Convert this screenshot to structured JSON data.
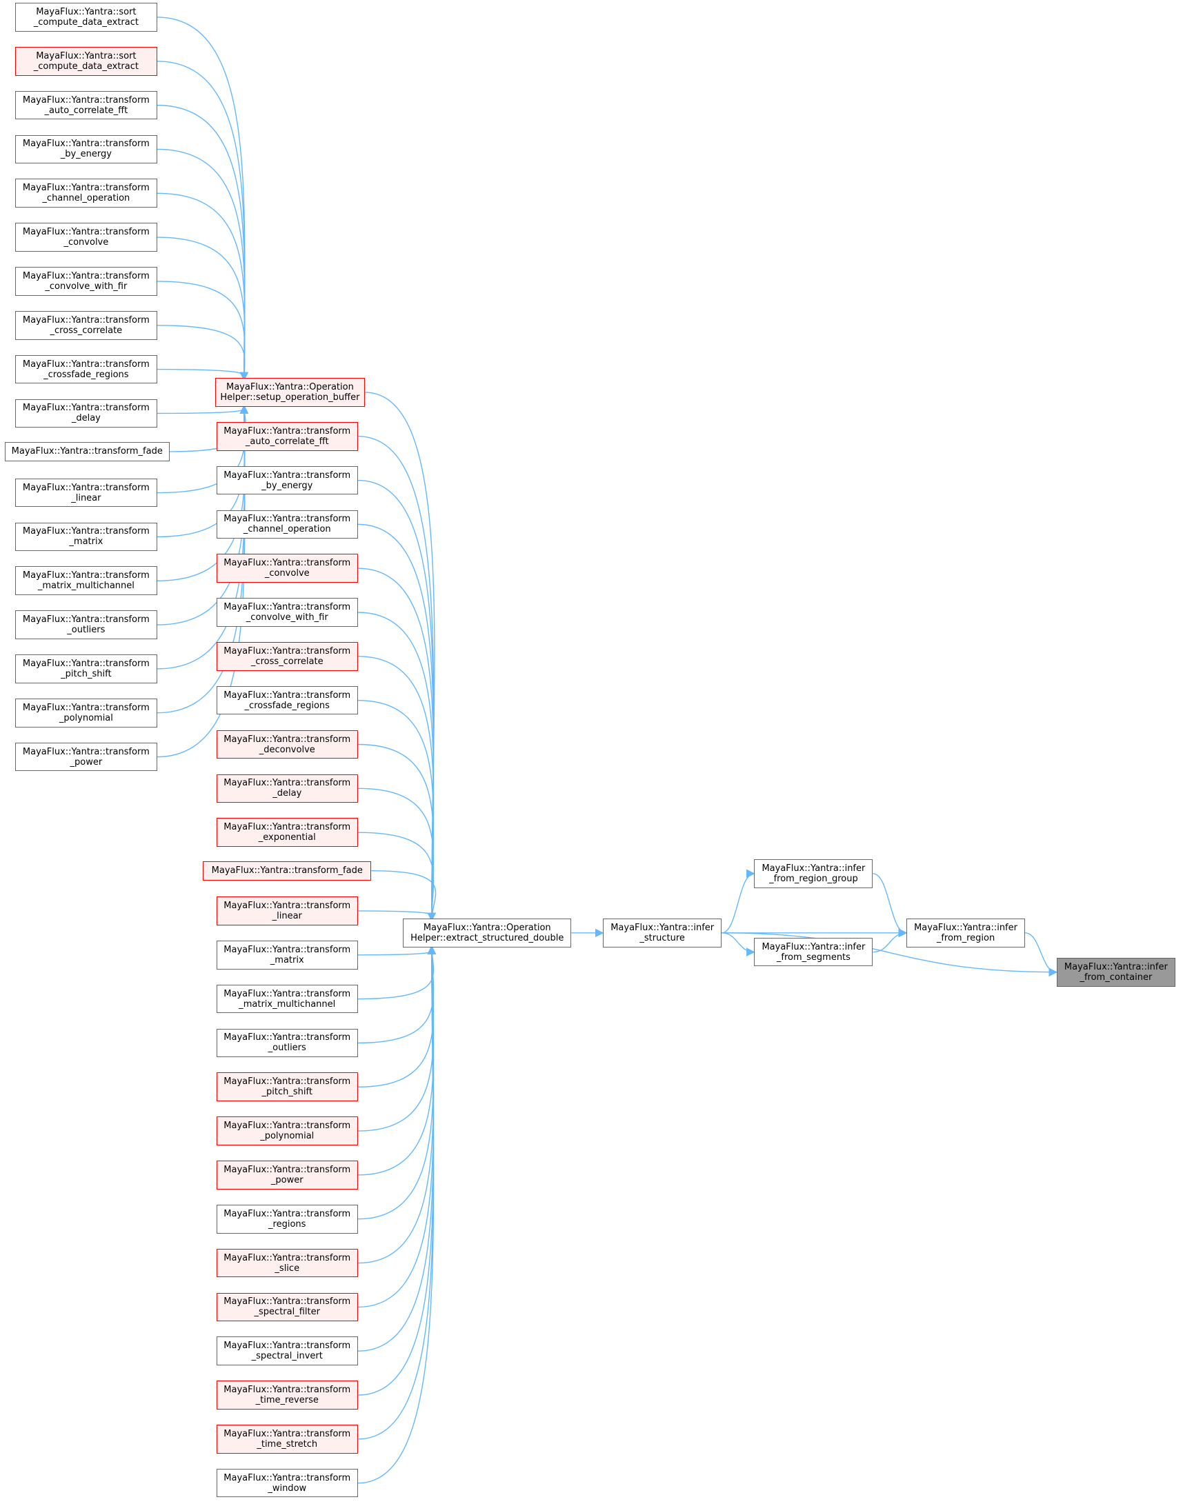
{
  "diagram": {
    "edge_color": "#63b8ff",
    "node_styles": {
      "plain": {
        "border": "#666666",
        "fill": "#ffffff"
      },
      "red": {
        "border": "#ff0000",
        "fill": "#fff0f0"
      },
      "focus": {
        "border": "#666666",
        "fill": "#999999"
      }
    },
    "nodes": [
      {
        "id": "infer_from_container",
        "lines": [
          "MayaFlux::Yantra::infer",
          "_from_container"
        ],
        "style": "grey"
      },
      {
        "id": "infer_from_region",
        "lines": [
          "MayaFlux::Yantra::infer",
          "_from_region"
        ],
        "style": "plain"
      },
      {
        "id": "infer_from_region_group",
        "lines": [
          "MayaFlux::Yantra::infer",
          "_from_region_group"
        ],
        "style": "plain"
      },
      {
        "id": "infer_from_segments",
        "lines": [
          "MayaFlux::Yantra::infer",
          "_from_segments"
        ],
        "style": "plain"
      },
      {
        "id": "infer_structure",
        "lines": [
          "MayaFlux::Yantra::infer",
          "_structure"
        ],
        "style": "plain"
      },
      {
        "id": "extract_structured_double",
        "lines": [
          "MayaFlux::Yantra::Operation",
          "Helper::extract_structured_double"
        ],
        "style": "plain"
      },
      {
        "id": "setup_operation_buffer",
        "lines": [
          "MayaFlux::Yantra::Operation",
          "Helper::setup_operation_buffer"
        ],
        "style": "red"
      },
      {
        "id": "m_auto_correlate_fft",
        "lines": [
          "MayaFlux::Yantra::transform",
          "_auto_correlate_fft"
        ],
        "style": "red"
      },
      {
        "id": "m_by_energy",
        "lines": [
          "MayaFlux::Yantra::transform",
          "_by_energy"
        ],
        "style": "plain"
      },
      {
        "id": "m_channel_operation",
        "lines": [
          "MayaFlux::Yantra::transform",
          "_channel_operation"
        ],
        "style": "plain"
      },
      {
        "id": "m_convolve",
        "lines": [
          "MayaFlux::Yantra::transform",
          "_convolve"
        ],
        "style": "red"
      },
      {
        "id": "m_convolve_with_fir",
        "lines": [
          "MayaFlux::Yantra::transform",
          "_convolve_with_fir"
        ],
        "style": "plain"
      },
      {
        "id": "m_cross_correlate",
        "lines": [
          "MayaFlux::Yantra::transform",
          "_cross_correlate"
        ],
        "style": "red"
      },
      {
        "id": "m_crossfade_regions",
        "lines": [
          "MayaFlux::Yantra::transform",
          "_crossfade_regions"
        ],
        "style": "plain"
      },
      {
        "id": "m_deconvolve",
        "lines": [
          "MayaFlux::Yantra::transform",
          "_deconvolve"
        ],
        "style": "red"
      },
      {
        "id": "m_delay",
        "lines": [
          "MayaFlux::Yantra::transform",
          "_delay"
        ],
        "style": "red"
      },
      {
        "id": "m_exponential",
        "lines": [
          "MayaFlux::Yantra::transform",
          "_exponential"
        ],
        "style": "red"
      },
      {
        "id": "m_fade",
        "lines": [
          "MayaFlux::Yantra::transform_fade"
        ],
        "style": "red"
      },
      {
        "id": "m_linear",
        "lines": [
          "MayaFlux::Yantra::transform",
          "_linear"
        ],
        "style": "red"
      },
      {
        "id": "m_matrix",
        "lines": [
          "MayaFlux::Yantra::transform",
          "_matrix"
        ],
        "style": "plain"
      },
      {
        "id": "m_matrix_multichannel",
        "lines": [
          "MayaFlux::Yantra::transform",
          "_matrix_multichannel"
        ],
        "style": "plain"
      },
      {
        "id": "m_outliers",
        "lines": [
          "MayaFlux::Yantra::transform",
          "_outliers"
        ],
        "style": "plain"
      },
      {
        "id": "m_pitch_shift",
        "lines": [
          "MayaFlux::Yantra::transform",
          "_pitch_shift"
        ],
        "style": "red"
      },
      {
        "id": "m_polynomial",
        "lines": [
          "MayaFlux::Yantra::transform",
          "_polynomial"
        ],
        "style": "red"
      },
      {
        "id": "m_power",
        "lines": [
          "MayaFlux::Yantra::transform",
          "_power"
        ],
        "style": "red"
      },
      {
        "id": "m_regions",
        "lines": [
          "MayaFlux::Yantra::transform",
          "_regions"
        ],
        "style": "plain"
      },
      {
        "id": "m_slice",
        "lines": [
          "MayaFlux::Yantra::transform",
          "_slice"
        ],
        "style": "red"
      },
      {
        "id": "m_spectral_filter",
        "lines": [
          "MayaFlux::Yantra::transform",
          "_spectral_filter"
        ],
        "style": "red"
      },
      {
        "id": "m_spectral_invert",
        "lines": [
          "MayaFlux::Yantra::transform",
          "_spectral_invert"
        ],
        "style": "plain"
      },
      {
        "id": "m_time_reverse",
        "lines": [
          "MayaFlux::Yantra::transform",
          "_time_reverse"
        ],
        "style": "red"
      },
      {
        "id": "m_time_stretch",
        "lines": [
          "MayaFlux::Yantra::transform",
          "_time_stretch"
        ],
        "style": "red"
      },
      {
        "id": "m_window",
        "lines": [
          "MayaFlux::Yantra::transform",
          "_window"
        ],
        "style": "plain"
      },
      {
        "id": "l_sort_1",
        "lines": [
          "MayaFlux::Yantra::sort",
          "_compute_data_extract"
        ],
        "style": "plain"
      },
      {
        "id": "l_sort_2",
        "lines": [
          "MayaFlux::Yantra::sort",
          "_compute_data_extract"
        ],
        "style": "red"
      },
      {
        "id": "l_auto_correlate_fft",
        "lines": [
          "MayaFlux::Yantra::transform",
          "_auto_correlate_fft"
        ],
        "style": "plain"
      },
      {
        "id": "l_by_energy",
        "lines": [
          "MayaFlux::Yantra::transform",
          "_by_energy"
        ],
        "style": "plain"
      },
      {
        "id": "l_channel_operation",
        "lines": [
          "MayaFlux::Yantra::transform",
          "_channel_operation"
        ],
        "style": "plain"
      },
      {
        "id": "l_convolve",
        "lines": [
          "MayaFlux::Yantra::transform",
          "_convolve"
        ],
        "style": "plain"
      },
      {
        "id": "l_convolve_with_fir",
        "lines": [
          "MayaFlux::Yantra::transform",
          "_convolve_with_fir"
        ],
        "style": "plain"
      },
      {
        "id": "l_cross_correlate",
        "lines": [
          "MayaFlux::Yantra::transform",
          "_cross_correlate"
        ],
        "style": "plain"
      },
      {
        "id": "l_crossfade_regions",
        "lines": [
          "MayaFlux::Yantra::transform",
          "_crossfade_regions"
        ],
        "style": "plain"
      },
      {
        "id": "l_delay",
        "lines": [
          "MayaFlux::Yantra::transform",
          "_delay"
        ],
        "style": "plain"
      },
      {
        "id": "l_fade",
        "lines": [
          "MayaFlux::Yantra::transform_fade"
        ],
        "style": "plain"
      },
      {
        "id": "l_linear",
        "lines": [
          "MayaFlux::Yantra::transform",
          "_linear"
        ],
        "style": "plain"
      },
      {
        "id": "l_matrix",
        "lines": [
          "MayaFlux::Yantra::transform",
          "_matrix"
        ],
        "style": "plain"
      },
      {
        "id": "l_matrix_multichannel",
        "lines": [
          "MayaFlux::Yantra::transform",
          "_matrix_multichannel"
        ],
        "style": "plain"
      },
      {
        "id": "l_outliers",
        "lines": [
          "MayaFlux::Yantra::transform",
          "_outliers"
        ],
        "style": "plain"
      },
      {
        "id": "l_pitch_shift",
        "lines": [
          "MayaFlux::Yantra::transform",
          "_pitch_shift"
        ],
        "style": "plain"
      },
      {
        "id": "l_polynomial",
        "lines": [
          "MayaFlux::Yantra::transform",
          "_polynomial"
        ],
        "style": "plain"
      },
      {
        "id": "l_power",
        "lines": [
          "MayaFlux::Yantra::transform",
          "_power"
        ],
        "style": "plain"
      }
    ],
    "edges": [
      [
        "infer_from_container",
        "infer_from_region"
      ],
      [
        "infer_from_container",
        "infer_structure"
      ],
      [
        "infer_from_region",
        "infer_from_region_group"
      ],
      [
        "infer_from_region",
        "infer_structure"
      ],
      [
        "infer_from_region",
        "infer_from_segments"
      ],
      [
        "infer_from_region_group",
        "infer_structure"
      ],
      [
        "infer_from_segments",
        "infer_structure"
      ],
      [
        "infer_structure",
        "extract_structured_double"
      ],
      [
        "extract_structured_double",
        "setup_operation_buffer"
      ],
      [
        "extract_structured_double",
        "m_auto_correlate_fft"
      ],
      [
        "extract_structured_double",
        "m_by_energy"
      ],
      [
        "extract_structured_double",
        "m_channel_operation"
      ],
      [
        "extract_structured_double",
        "m_convolve"
      ],
      [
        "extract_structured_double",
        "m_convolve_with_fir"
      ],
      [
        "extract_structured_double",
        "m_cross_correlate"
      ],
      [
        "extract_structured_double",
        "m_crossfade_regions"
      ],
      [
        "extract_structured_double",
        "m_deconvolve"
      ],
      [
        "extract_structured_double",
        "m_delay"
      ],
      [
        "extract_structured_double",
        "m_exponential"
      ],
      [
        "extract_structured_double",
        "m_fade"
      ],
      [
        "extract_structured_double",
        "m_linear"
      ],
      [
        "extract_structured_double",
        "m_matrix"
      ],
      [
        "extract_structured_double",
        "m_matrix_multichannel"
      ],
      [
        "extract_structured_double",
        "m_outliers"
      ],
      [
        "extract_structured_double",
        "m_pitch_shift"
      ],
      [
        "extract_structured_double",
        "m_polynomial"
      ],
      [
        "extract_structured_double",
        "m_power"
      ],
      [
        "extract_structured_double",
        "m_regions"
      ],
      [
        "extract_structured_double",
        "m_slice"
      ],
      [
        "extract_structured_double",
        "m_spectral_filter"
      ],
      [
        "extract_structured_double",
        "m_spectral_invert"
      ],
      [
        "extract_structured_double",
        "m_time_reverse"
      ],
      [
        "extract_structured_double",
        "m_time_stretch"
      ],
      [
        "extract_structured_double",
        "m_window"
      ],
      [
        "setup_operation_buffer",
        "l_sort_1"
      ],
      [
        "setup_operation_buffer",
        "l_sort_2"
      ],
      [
        "setup_operation_buffer",
        "l_auto_correlate_fft"
      ],
      [
        "setup_operation_buffer",
        "l_by_energy"
      ],
      [
        "setup_operation_buffer",
        "l_channel_operation"
      ],
      [
        "setup_operation_buffer",
        "l_convolve"
      ],
      [
        "setup_operation_buffer",
        "l_convolve_with_fir"
      ],
      [
        "setup_operation_buffer",
        "l_cross_correlate"
      ],
      [
        "setup_operation_buffer",
        "l_crossfade_regions"
      ],
      [
        "setup_operation_buffer",
        "l_delay"
      ],
      [
        "setup_operation_buffer",
        "l_fade"
      ],
      [
        "setup_operation_buffer",
        "l_linear"
      ],
      [
        "setup_operation_buffer",
        "l_matrix"
      ],
      [
        "setup_operation_buffer",
        "l_matrix_multichannel"
      ],
      [
        "setup_operation_buffer",
        "l_outliers"
      ],
      [
        "setup_operation_buffer",
        "l_pitch_shift"
      ],
      [
        "setup_operation_buffer",
        "l_polynomial"
      ],
      [
        "setup_operation_buffer",
        "l_power"
      ]
    ]
  }
}
